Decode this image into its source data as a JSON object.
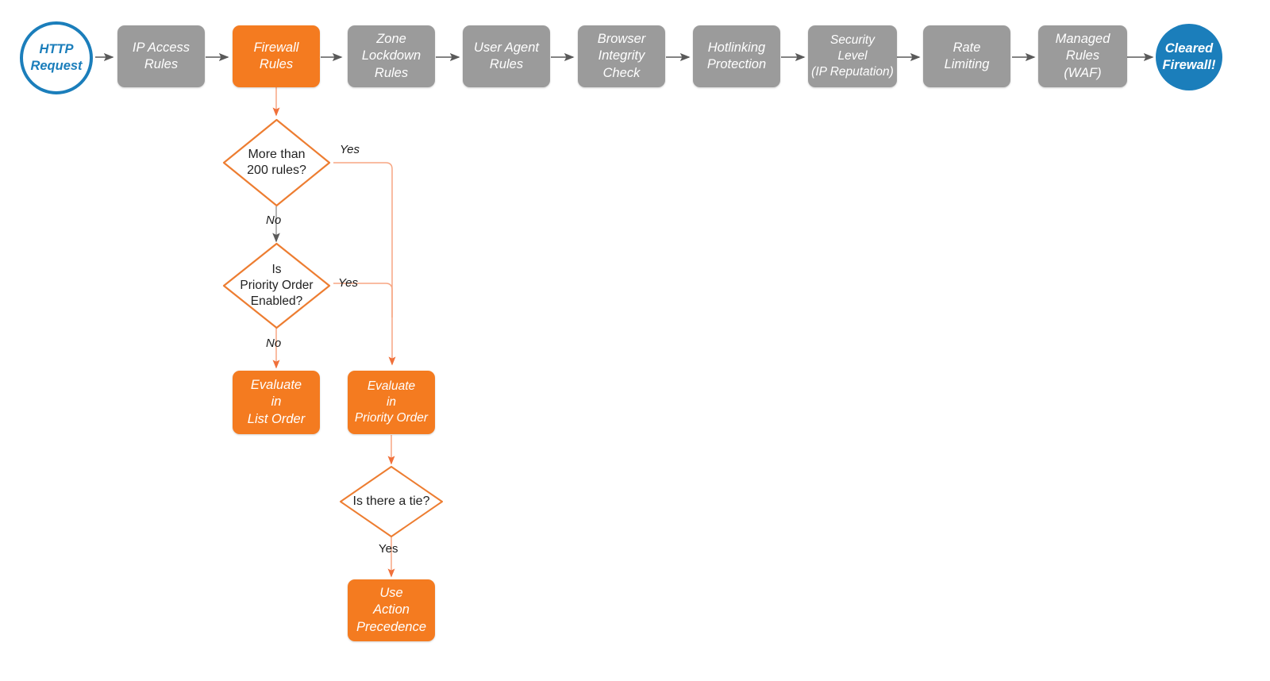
{
  "diagram": {
    "title": "Cloudflare Firewall Rules Evaluation Order",
    "colors": {
      "orange": "#f47b20",
      "orange_line": "#f0845a",
      "gray": "#9b9b9b",
      "gray_line": "#666666",
      "blue": "#1b7ebb",
      "text_dark": "#222222",
      "background": "#ffffff"
    }
  },
  "pipeline": {
    "start": {
      "label": "HTTP\nRequest",
      "shape": "circle",
      "color": "blue-outline"
    },
    "steps": [
      {
        "id": "ip-access-rules",
        "label": "IP Access\nRules",
        "color": "gray"
      },
      {
        "id": "firewall-rules",
        "label": "Firewall\nRules",
        "color": "orange"
      },
      {
        "id": "zone-lockdown-rules",
        "label": "Zone\nLockdown\nRules",
        "color": "gray"
      },
      {
        "id": "user-agent-rules",
        "label": "User Agent\nRules",
        "color": "gray"
      },
      {
        "id": "browser-integrity",
        "label": "Browser\nIntegrity\nCheck",
        "color": "gray"
      },
      {
        "id": "hotlinking",
        "label": "Hotlinking\nProtection",
        "color": "gray"
      },
      {
        "id": "security-level",
        "label": "Security\nLevel\n(IP Reputation)",
        "color": "gray"
      },
      {
        "id": "rate-limiting",
        "label": "Rate\nLimiting",
        "color": "gray"
      },
      {
        "id": "managed-rules-waf",
        "label": "Managed\nRules\n(WAF)",
        "color": "gray"
      }
    ],
    "end": {
      "label": "Cleared\nFirewall!",
      "shape": "circle",
      "color": "blue-filled"
    }
  },
  "branch": {
    "decisions": [
      {
        "id": "more-than-200-rules",
        "label": "More than\n200 rules?"
      },
      {
        "id": "is-priority-order",
        "label": "Is\nPriority Order\nEnabled?"
      },
      {
        "id": "is-there-a-tie",
        "label": "Is there a tie?"
      }
    ],
    "outcomes": [
      {
        "id": "evaluate-list-order",
        "label": "Evaluate\nin\nList Order"
      },
      {
        "id": "evaluate-priority-order",
        "label": "Evaluate\nin\nPriority Order"
      },
      {
        "id": "use-action-precedence",
        "label": "Use\nAction\nPrecedence"
      }
    ],
    "edge_labels": {
      "yes_200": "Yes",
      "no_200": "No",
      "yes_priority": "Yes",
      "no_priority": "No",
      "yes_tie": "Yes"
    }
  }
}
